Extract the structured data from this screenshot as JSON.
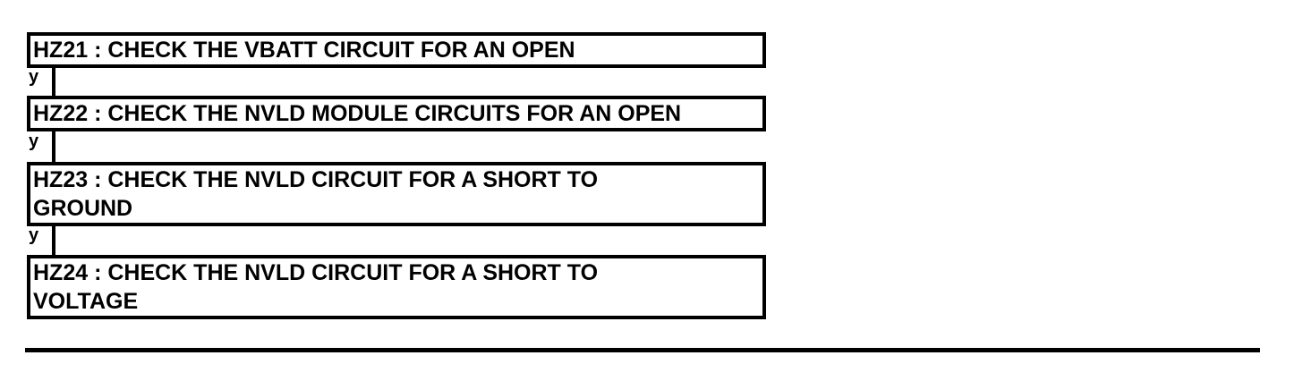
{
  "steps": [
    {
      "text": "HZ21 : CHECK THE VBATT CIRCUIT FOR AN OPEN"
    },
    {
      "text": "HZ22 : CHECK THE NVLD MODULE CIRCUITS FOR AN OPEN"
    },
    {
      "text": "HZ23 : CHECK THE NVLD CIRCUIT FOR A SHORT TO\nGROUND"
    },
    {
      "text": "HZ24 : CHECK THE NVLD CIRCUIT FOR A SHORT TO\nVOLTAGE"
    }
  ],
  "connectors": [
    {
      "label": "y"
    },
    {
      "label": "y"
    },
    {
      "label": "y"
    }
  ]
}
